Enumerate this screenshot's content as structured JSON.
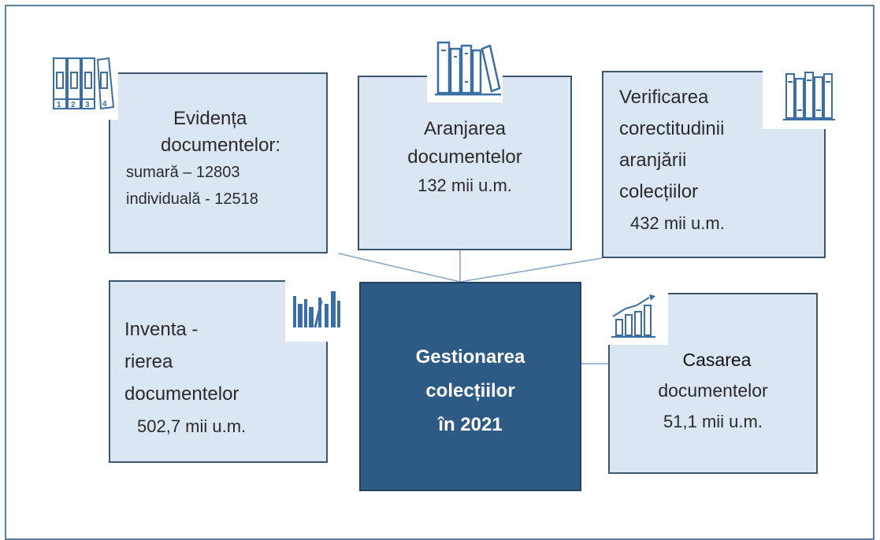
{
  "colors": {
    "frame": "#5b7fa3",
    "box_fill": "#dbe6f3",
    "box_border": "#3c5670",
    "center_fill": "#2e5a86",
    "center_text": "#ffffff",
    "connector": "#7ea4c8",
    "icon": "#3b6ea5"
  },
  "center": {
    "lines": [
      "Gestionarea",
      "colecțiilor",
      "în 2021"
    ]
  },
  "boxes": {
    "evidenta": {
      "icon": "numbered-binders-icon",
      "lines": [
        "Evidența",
        "documentelor:",
        "sumară – 12803",
        "individuală - 12518"
      ]
    },
    "aranjarea": {
      "icon": "books-on-shelf-icon",
      "lines": [
        "Aranjarea",
        "documentelor",
        "132 mii u.m."
      ]
    },
    "verificarea": {
      "icon": "bookshelf-icon",
      "lines": [
        "Verificarea",
        "corectitudinii",
        "aranjării",
        "colecțiilor",
        "432 mii u.m."
      ]
    },
    "inventarierea": {
      "icon": "book-spines-icon",
      "lines": [
        "Inventa -",
        "rierea",
        "documentelor",
        "502,7 mii u.m."
      ]
    },
    "casarea": {
      "icon": "growth-chart-icon",
      "lines": [
        "Casarea",
        "documentelor",
        "51,1 mii u.m."
      ]
    }
  }
}
